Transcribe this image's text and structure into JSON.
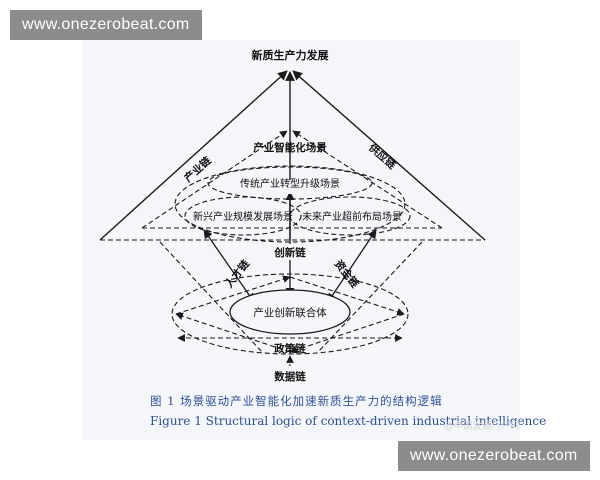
{
  "watermark": {
    "text": "www.onezerobeat.com"
  },
  "diagram": {
    "apex_label": "新质生产力发展",
    "chain_industry": "产业链",
    "chain_supply": "供应链",
    "scene_group_title": "产业智能化场景",
    "scene_transform": "传统产业转型升级场景",
    "scene_emerging": "新兴产业规模发展场景",
    "scene_future": "未来产业超前布局场景",
    "chain_innovation": "创新链",
    "chain_talent": "人才链",
    "chain_capital": "资金链",
    "consortium": "产业创新联合体",
    "chain_policy": "政策链",
    "chain_data": "数据链"
  },
  "caption": {
    "cn": "图 1   场景驱动产业智能化加速新质生产力的结构逻辑",
    "en": "Figure 1    Structural logic of context-driven industrial intelligence"
  },
  "credit": "@中国发展门户网"
}
